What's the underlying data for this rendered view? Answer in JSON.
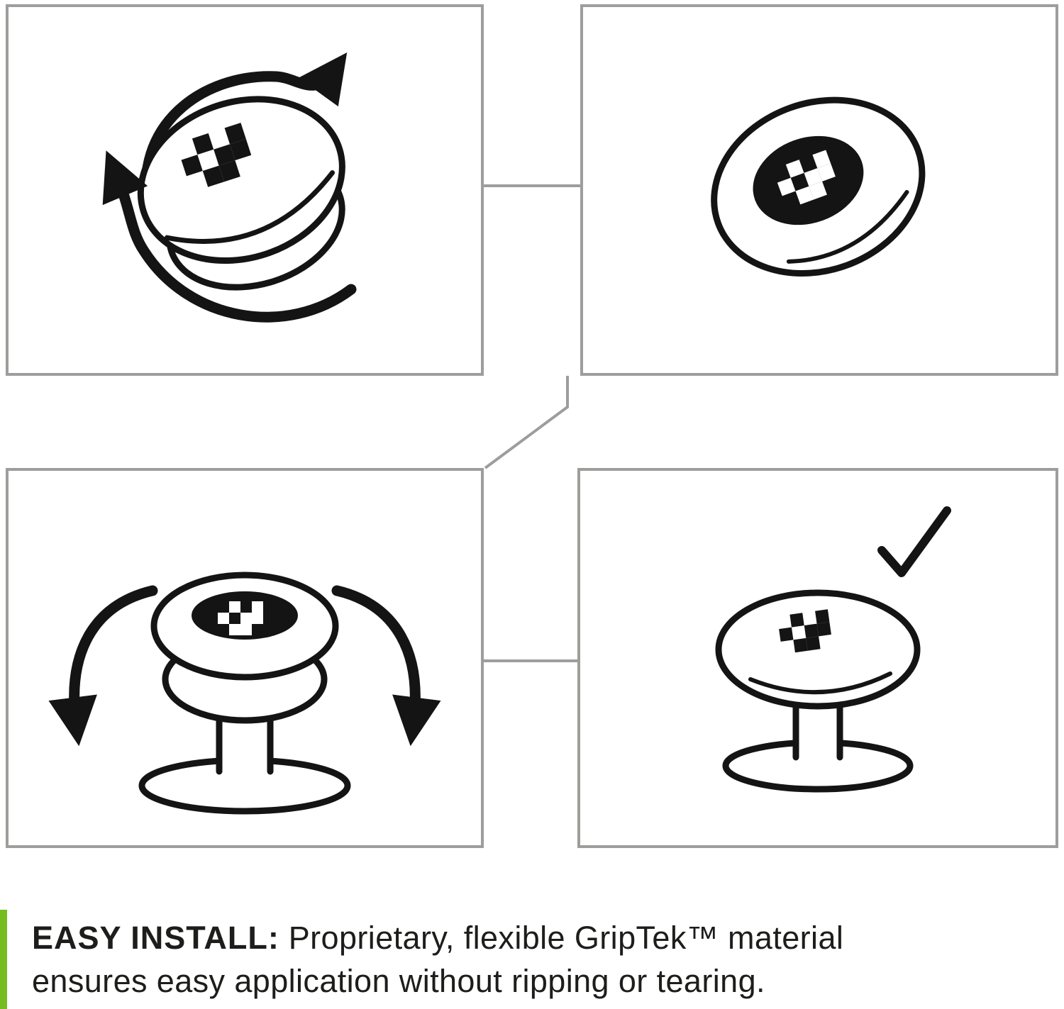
{
  "colors": {
    "accent_green": "#76bc21",
    "panel_border": "#9d9d9c",
    "ink": "#1d1d1b"
  },
  "icons": {
    "panel1": "flex-rotate-icon",
    "panel2": "grip-disc-icon",
    "panel3": "stretch-install-icon",
    "panel4": "installed-grip-check-icon"
  },
  "caption": {
    "heading": "EASY INSTALL:",
    "line1_rest": " Proprietary, flexible GripTek™ material",
    "line2": "ensures easy application without ripping or tearing."
  }
}
